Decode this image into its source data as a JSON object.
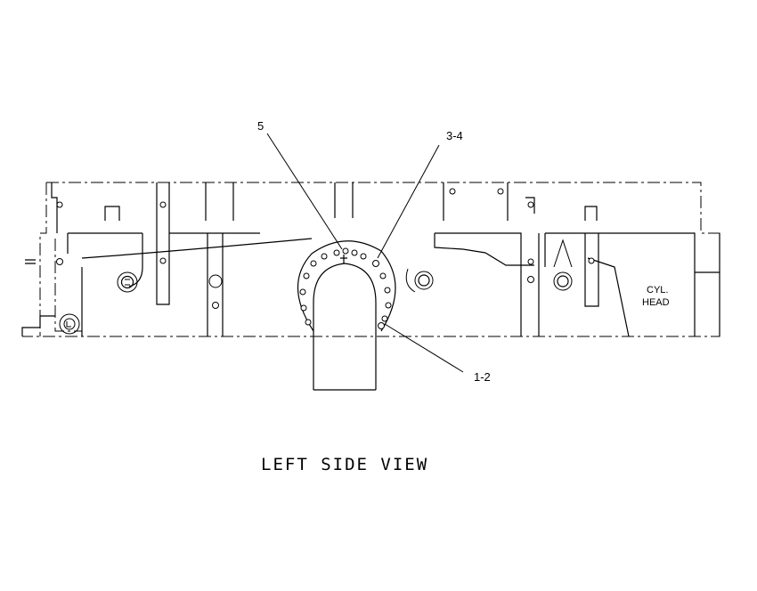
{
  "callouts": {
    "c5": "5",
    "c34": "3-4",
    "c12": "1-2"
  },
  "labels": {
    "head_line1": "CYL.",
    "head_line2": "HEAD"
  },
  "title": "LEFT SIDE VIEW"
}
